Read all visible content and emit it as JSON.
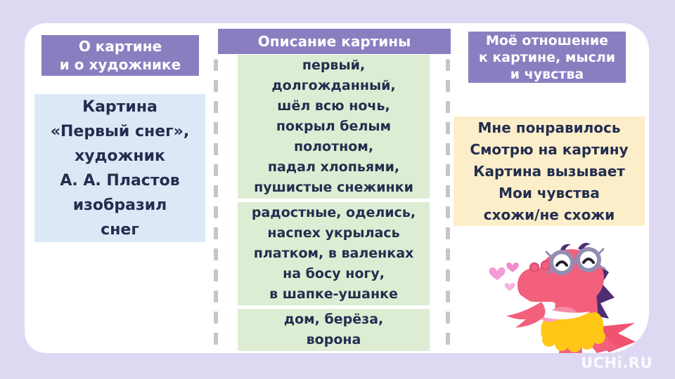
{
  "colors": {
    "background": "#ded8f3",
    "card": "#ffffff",
    "header_purple": "#8b7ec0",
    "about_card_blue": "#dce8f5",
    "description_card_green": "#dcedd3",
    "attitude_card_cream": "#fdeeca",
    "text_dark": "#232e4f",
    "divider_gray": "#c6c6c6",
    "watermark": "#ffffff",
    "mascot_pink": "#f2607c",
    "mascot_hair_purple": "#4f2d73",
    "mascot_skirt_yellow": "#ffc615"
  },
  "left_column": {
    "header_lines": [
      "О картине",
      "и о художнике"
    ],
    "card_lines": [
      "Картина",
      "«Первый снег»,",
      "художник",
      "А. А. Пластов",
      "изобразил",
      "снег"
    ]
  },
  "middle_column": {
    "header": "Описание картины",
    "cards": [
      {
        "lines": [
          "первый,",
          "долгожданный,",
          "шёл всю ночь,",
          "покрыл белым",
          "полотном,",
          "падал хлопьями,",
          "пушистые снежинки"
        ]
      },
      {
        "lines": [
          "радостные, оделись,",
          "наспех укрылась",
          "платком, в валенках",
          "на босу ногу,",
          "в шапке-ушанке"
        ]
      },
      {
        "lines": [
          "дом, берёза,",
          "ворона"
        ]
      }
    ]
  },
  "right_column": {
    "header_lines": [
      "Моё отношение",
      "к картине, мысли",
      "и чувства"
    ],
    "card_lines": [
      "Мне понравилось",
      "Смотрю на картину",
      "Картина вызывает",
      "Мои чувства",
      "схожи/не схожи"
    ]
  },
  "mascot": {
    "name": "pink-dino-with-hearts"
  },
  "footer": {
    "watermark": "UCHi.RU"
  }
}
